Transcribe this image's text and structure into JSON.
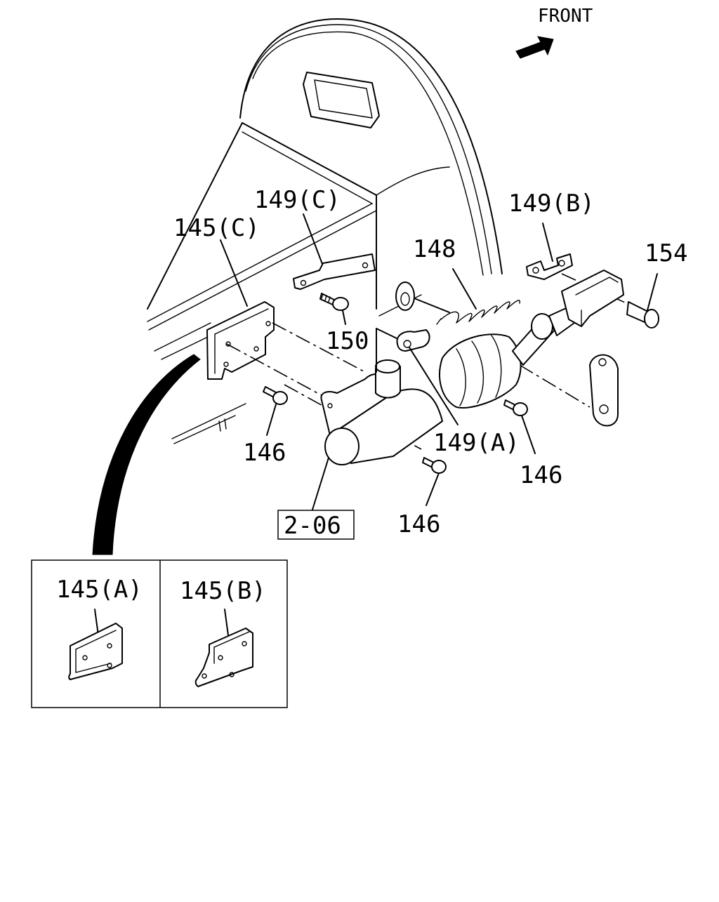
{
  "direction_label": "FRONT",
  "labels": {
    "bracket_145c": "145(C)",
    "bracket_149c": "149(C)",
    "bracket_149b": "149(B)",
    "spring_148": "148",
    "pin_154": "154",
    "bolt_150": "150",
    "bolt_146_left": "146",
    "bolt_146_right": "146",
    "bolt_146_bottom": "146",
    "gasket_149a": "149(A)",
    "ref_206": "2-06"
  },
  "inset": {
    "left_label": "145(A)",
    "right_label": "145(B)"
  }
}
